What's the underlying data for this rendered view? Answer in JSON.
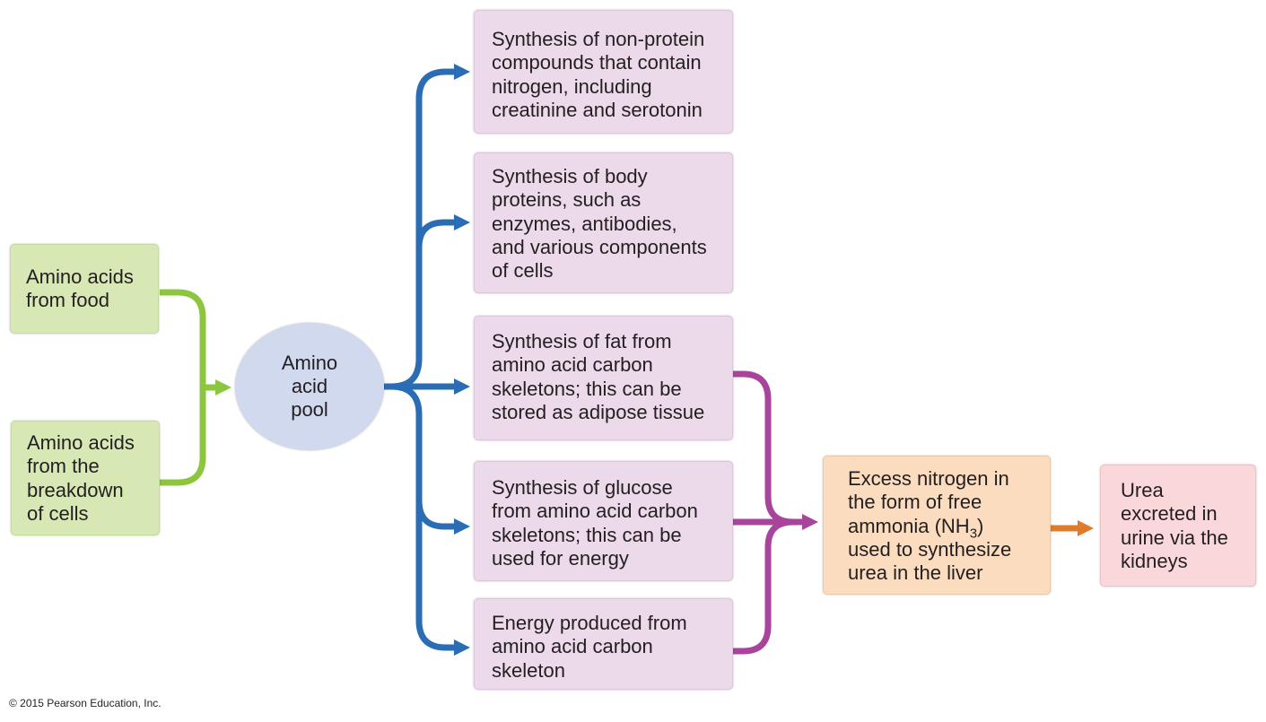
{
  "inputs": {
    "food": "Amino acids\nfrom food",
    "breakdown": "Amino acids\nfrom the\nbreakdown\nof cells"
  },
  "pool": {
    "line1": "Amino",
    "line2": "acid",
    "line3": "pool"
  },
  "uses": {
    "nonprotein": "Synthesis of non-protein\ncompounds that contain\nnitrogen, including\ncreatinine and serotonin",
    "proteins": "Synthesis of body\nproteins, such as\nenzymes, antibodies,\nand various components\nof cells",
    "fat": "Synthesis of fat from\namino acid carbon\nskeletons; this can be\nstored as adipose tissue",
    "glucose": "Synthesis of glucose\nfrom amino acid carbon\nskeletons; this can be\nused for energy",
    "energy": "Energy produced from\namino acid carbon\nskeleton"
  },
  "nitrogen": {
    "line1": "Excess nitrogen in",
    "line2": "the form of free",
    "line3_pre": "ammonia (NH",
    "line3_sub": "3",
    "line3_post": ")",
    "line4": "used to synthesize",
    "line5": "urea in the liver"
  },
  "urea": "Urea\nexcreted in\nurine via the\nkidneys",
  "copyright": "© 2015 Pearson Education, Inc.",
  "colors": {
    "green_arrow": "#8cc63f",
    "blue_arrow": "#2a6db5",
    "magenta_arrow": "#a8449c",
    "orange_arrow": "#e07b2a"
  }
}
